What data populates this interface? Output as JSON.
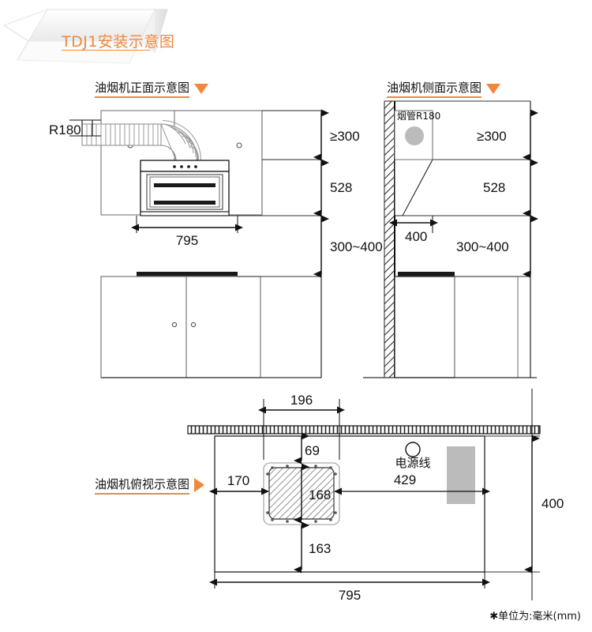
{
  "banner": {
    "title": "TDJ1安装示意图"
  },
  "views": {
    "front": {
      "label": "油烟机正面示意图",
      "marker": "triangle-down-icon"
    },
    "side": {
      "label": "油烟机侧面示意图",
      "marker": "triangle-down-icon"
    },
    "top": {
      "label": "油烟机俯视示意图",
      "marker": "triangle-right-icon"
    }
  },
  "labels": {
    "duct_front": "R180",
    "duct_side": "烟管R180",
    "power_cord": "电源线"
  },
  "dimensions": {
    "front": {
      "top_gap": "≥300",
      "hood_height": "528",
      "counter_gap": "300~400",
      "hood_width": "795"
    },
    "side": {
      "top_gap": "≥300",
      "hood_height": "528",
      "counter_gap": "300~400",
      "hood_depth": "400"
    },
    "top": {
      "duct_width": "196",
      "wall_to_duct": "69",
      "left_offset": "170",
      "duct_depth": "168",
      "front_offset": "163",
      "outlet_distance": "429",
      "cabinet_depth": "400",
      "cabinet_width": "795"
    }
  },
  "footnote": "✱单位为:毫米(mm)",
  "colors": {
    "accent": "#f0883c",
    "line": "#111111",
    "thin_line": "#555555",
    "fill_gray": "#bbbbbb",
    "hatch": "#333333"
  }
}
